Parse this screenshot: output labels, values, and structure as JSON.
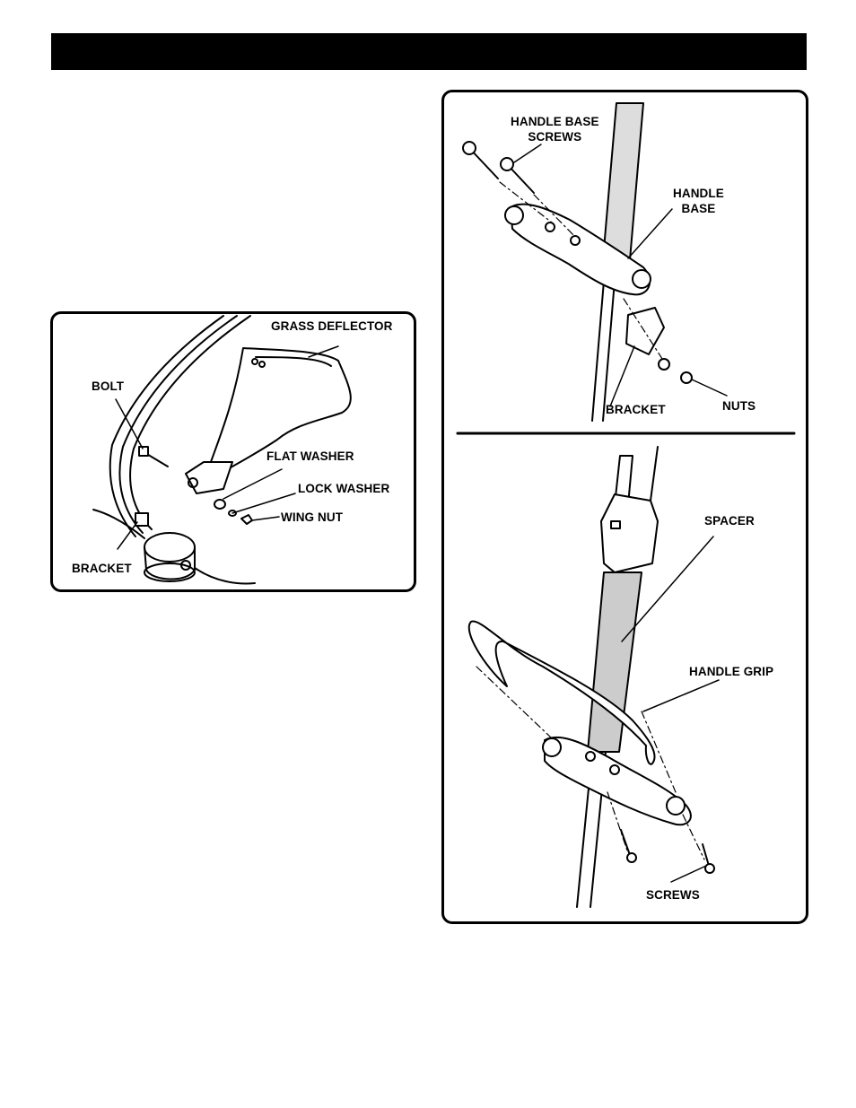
{
  "header": {
    "title": ""
  },
  "figure_deflector": {
    "labels": {
      "grass_deflector": "GRASS DEFLECTOR",
      "bolt": "BOLT",
      "flat_washer": "FLAT WASHER",
      "lock_washer": "LOCK WASHER",
      "wing_nut": "WING NUT",
      "bracket": "BRACKET"
    }
  },
  "figure_handle": {
    "labels": {
      "handle_base_screws": "HANDLE BASE\nSCREWS",
      "handle_base": "HANDLE\nBASE",
      "bracket": "BRACKET",
      "nuts": "NUTS",
      "spacer": "SPACER",
      "handle_grip": "HANDLE GRIP",
      "screws": "SCREWS"
    }
  }
}
